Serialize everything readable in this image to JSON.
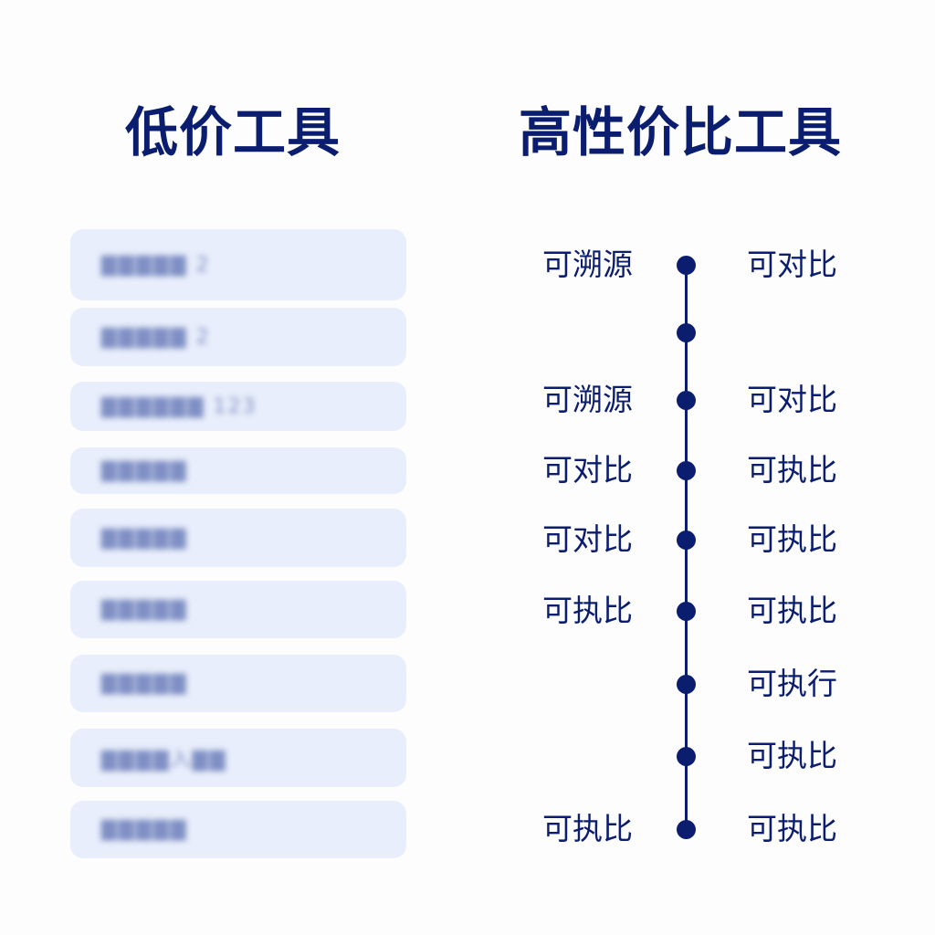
{
  "left_title": "低价工具",
  "right_title": "高性价比工具",
  "left_items": [
    {
      "text": "▇▇▇▇▇ 2"
    },
    {
      "text": "▇▇▇▇▇ 2"
    },
    {
      "text": "▇▇▇▇▇▇ 123"
    },
    {
      "text": "▇▇▇▇▇"
    },
    {
      "text": "▇▇▇▇▇"
    },
    {
      "text": "▇▇▇▇▇"
    },
    {
      "text": "▇▇▇▇▇"
    },
    {
      "text": "▇▇▇▇入▇▇"
    },
    {
      "text": "▇▇▇▇▇"
    }
  ],
  "timeline": [
    {
      "left": "可溯源",
      "right": "可对比"
    },
    {
      "left": "",
      "right": ""
    },
    {
      "left": "可溯源",
      "right": "可对比"
    },
    {
      "left": "可对比",
      "right": "可执比"
    },
    {
      "left": "可对比",
      "right": "可执比"
    },
    {
      "left": "可执比",
      "right": "可执比"
    },
    {
      "left": "",
      "right": "可执行"
    },
    {
      "left": "",
      "right": "可执比"
    },
    {
      "left": "可执比",
      "right": "可执比"
    }
  ],
  "colors": {
    "accent": "#0b1d6e",
    "card": "#e8eefb"
  }
}
